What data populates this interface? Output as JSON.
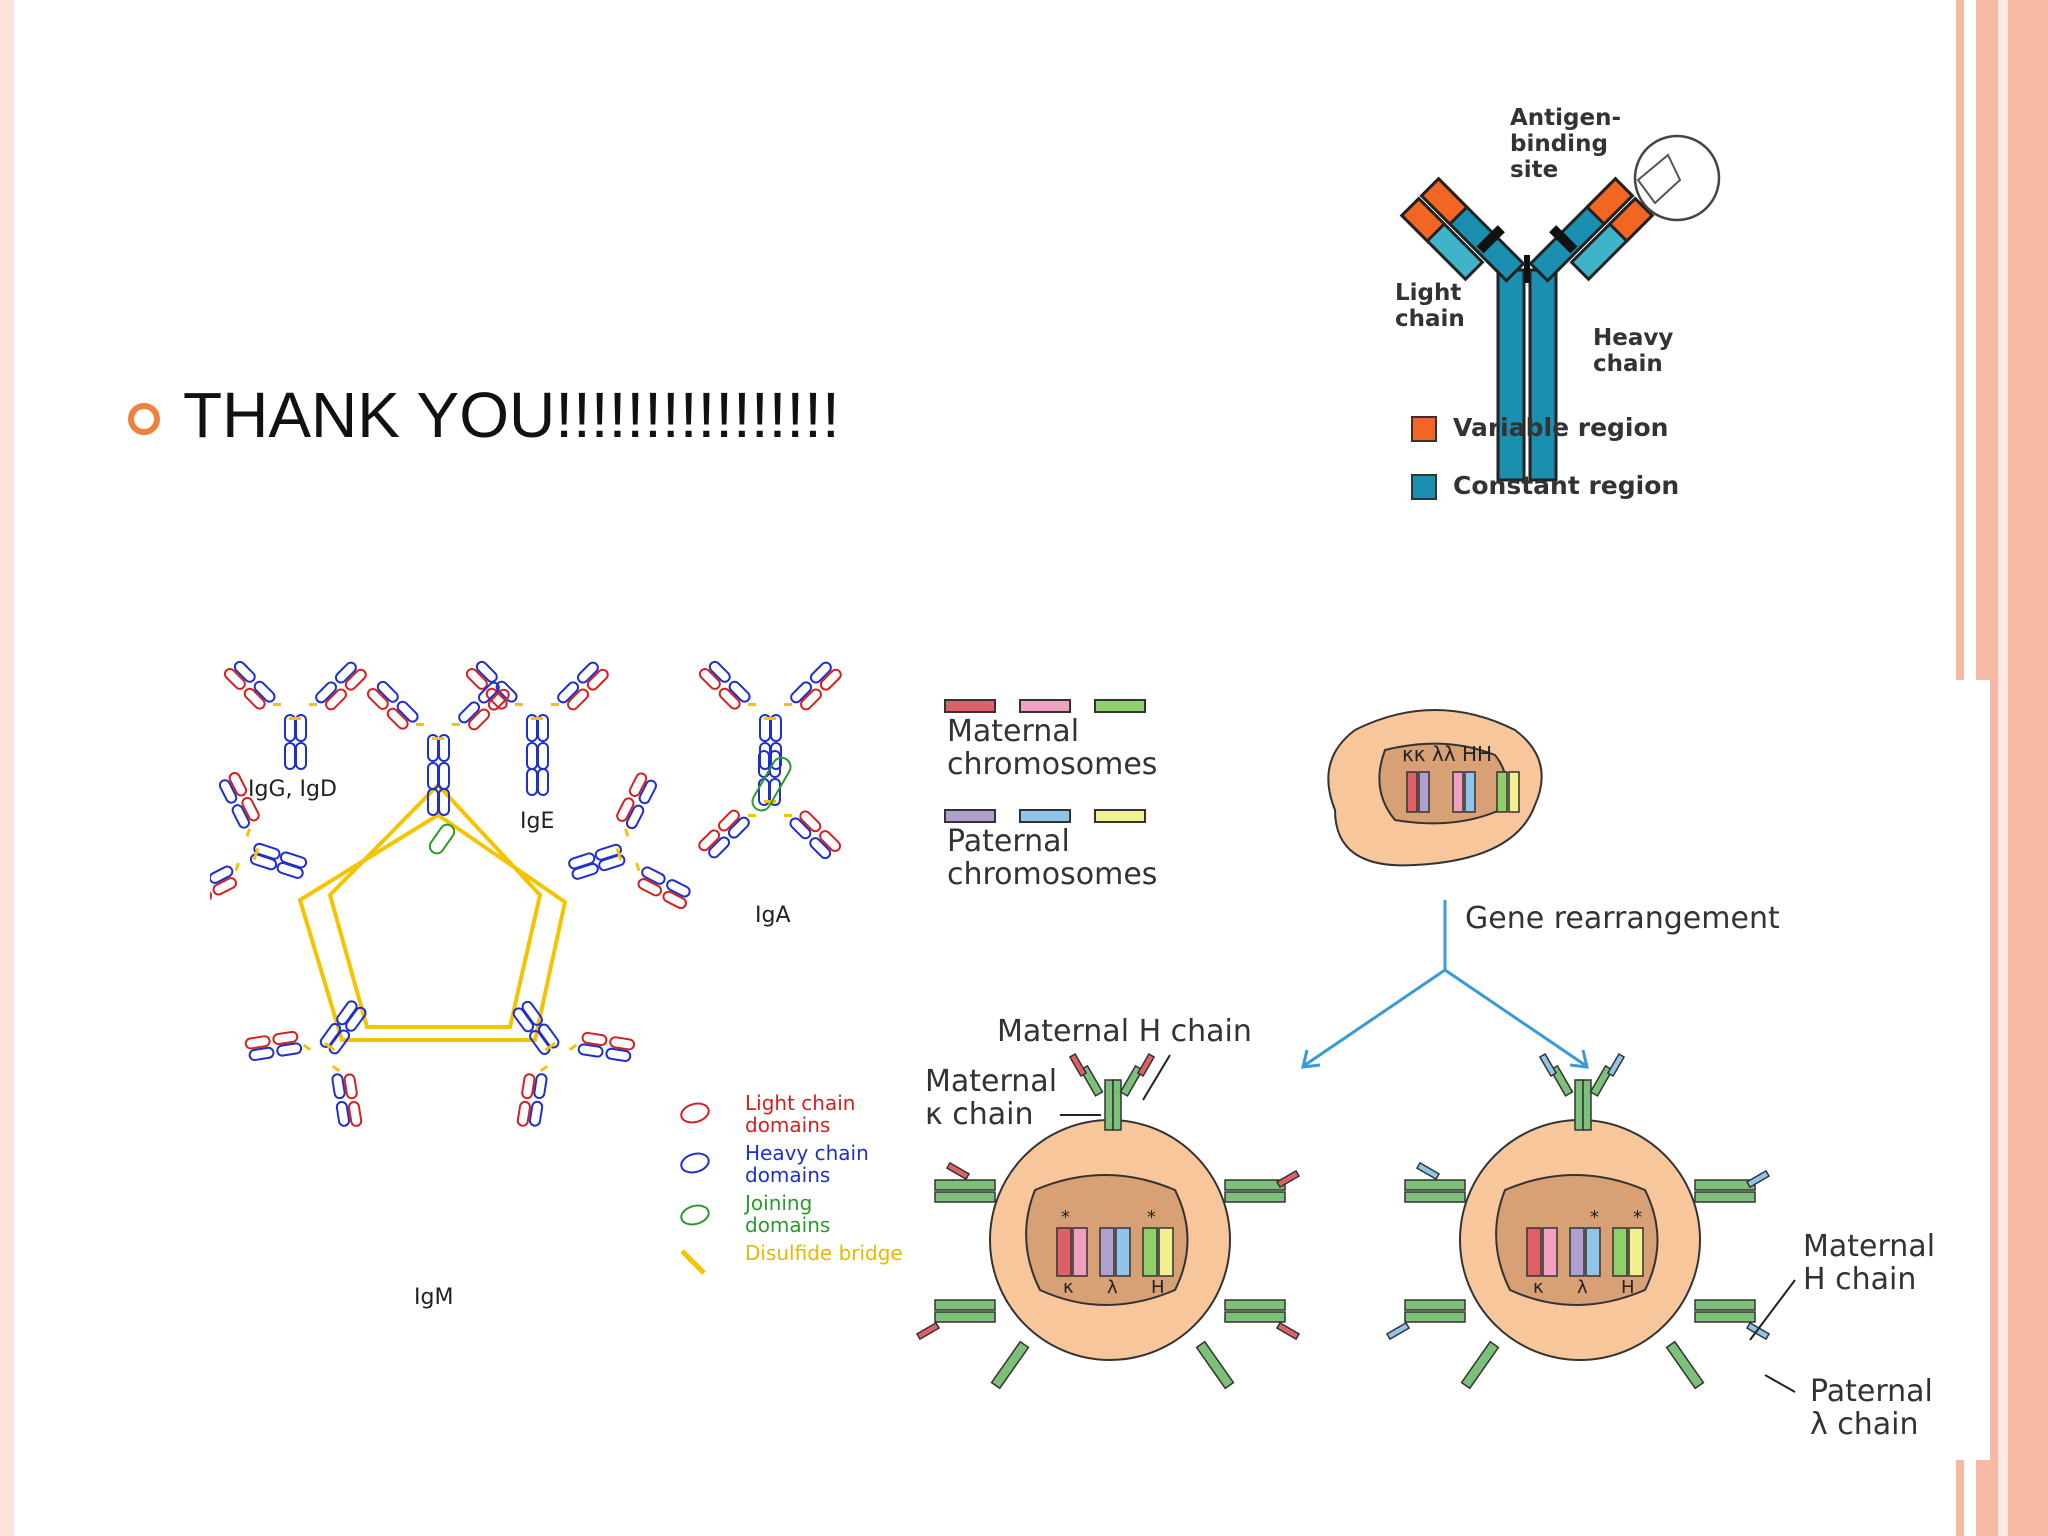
{
  "slide": {
    "bullet_text": "THANK YOU!!!!!!!!!!!!!!!!",
    "accent_color": "#f08040",
    "border_color": "#f6b9a3"
  },
  "antibody_structure": {
    "antigen_binding_site": "Antigen-\nbinding\nsite",
    "light_chain": "Light\nchain",
    "heavy_chain": "Heavy\nchain",
    "variable_region": "Variable region",
    "constant_region": "Constant region",
    "variable_color": "#f26522",
    "constant_color": "#1a8fb0"
  },
  "antibody_classes": {
    "igg_igd": "IgG, IgD",
    "ige": "IgE",
    "iga": "IgA",
    "igm": "IgM",
    "legend": {
      "light": "Light chain\ndomains",
      "heavy": "Heavy chain\ndomains",
      "joining": "Joining\ndomains",
      "disulfide": "Disulfide bridge"
    }
  },
  "gene_rearrangement": {
    "maternal_chromosomes": "Maternal\nchromosomes",
    "paternal_chromosomes": "Paternal\nchromosomes",
    "gene_rearrangement": "Gene rearrangement",
    "top_cell_labels": "κκ λλ HH",
    "maternal_h_chain_top": "Maternal H chain",
    "maternal_k_chain": "Maternal\nκ chain",
    "maternal_h_chain_right": "Maternal\nH chain",
    "paternal_l_chain": "Paternal\nλ chain",
    "kappa": "κ",
    "lambda": "λ",
    "h": "H",
    "star": "*"
  }
}
